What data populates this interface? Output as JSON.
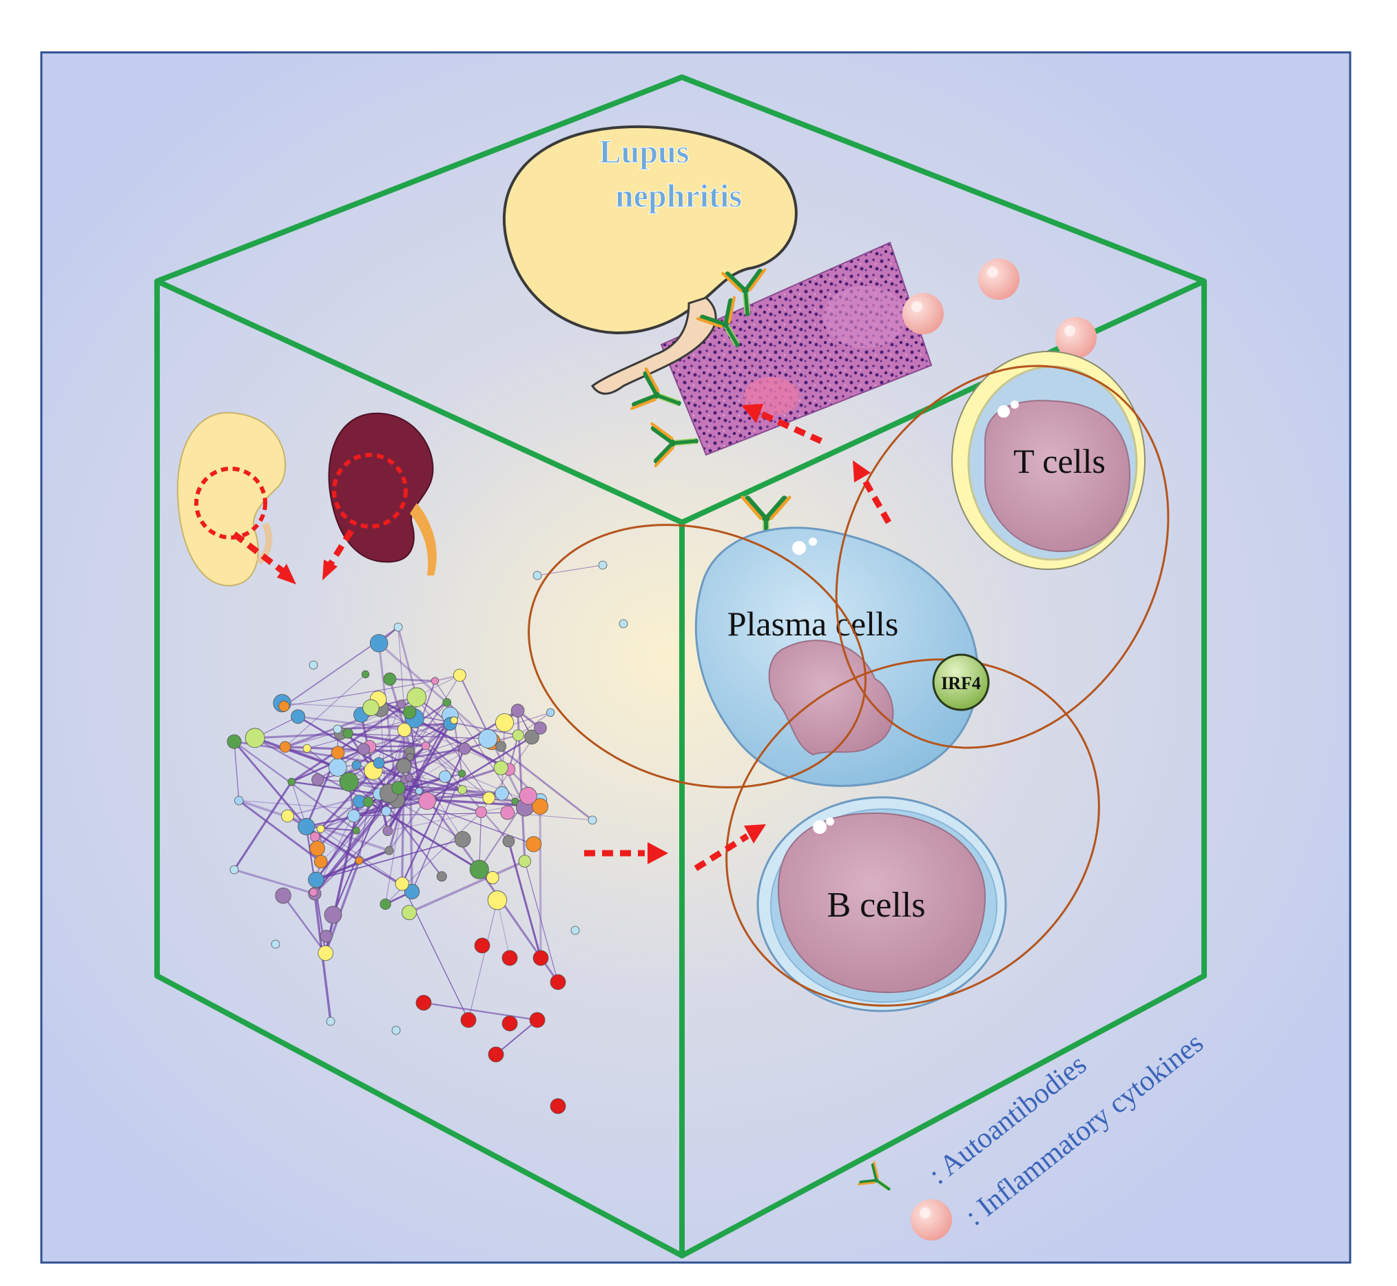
{
  "title": "Lupus nephritis",
  "title_lines": [
    "Lupus",
    "nephritis"
  ],
  "cells": {
    "t_cells": "T cells",
    "plasma_cells": "Plasma cells",
    "b_cells": "B cells",
    "irf4": "IRF4"
  },
  "legend": {
    "autoantibodies": ": Autoantibodies",
    "cytokines": ": Inflammatory cytokines"
  },
  "colors": {
    "cube_edge": "#21a34a",
    "frame": "#2f4f8f",
    "arrow": "#ee1c1c",
    "ellipse": "#b5541c",
    "title_text": "#6fa8dc",
    "legend_text": "#3a64b8",
    "kidney_healthy": "#fbe7a1",
    "kidney_diseased": "#7a1f3a",
    "plasma_cell": "#a9d0ea",
    "b_cell": "#a9d0ea",
    "t_cell_ring": "#fff7b0",
    "nucleus": "#c89ab0",
    "irf4": "#a8cf6a",
    "cytokine": "#f2a7a0",
    "network_edge": "#6b3fa6",
    "network_red_nodes": "#e21a1a"
  },
  "icons": [
    "healthy-kidney-icon",
    "lupus-kidney-icon",
    "kidney-icon",
    "histology-tissue-icon",
    "antibody-icon",
    "cytokine-icon",
    "network-graph-icon"
  ]
}
